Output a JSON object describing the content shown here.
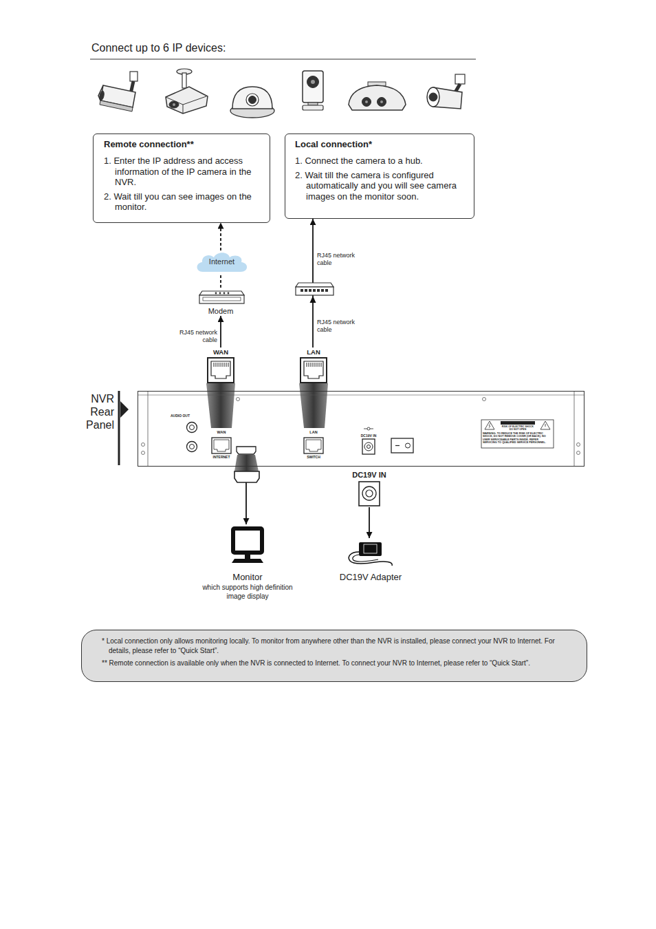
{
  "diagram": {
    "title": "Connect up to 6 IP devices:",
    "nodes": [
      {
        "text": [
          "Remote connection**",
          "1. Enter the IP address and access information of the IP camera in the NVR.",
          "2. Wait till you can see images on the monitor."
        ]
      },
      {
        "text": [
          "Local connection*",
          "1. Connect the camera to a hub.",
          "2. Wait till the camera is configured automatically and you will see camera images on the monitor soon."
        ]
      },
      {
        "text": [
          "Internet"
        ]
      },
      {
        "text": [
          "Modem"
        ]
      },
      {
        "text": [
          "WAN"
        ]
      },
      {
        "text": [
          "LAN"
        ]
      },
      {
        "text": [
          "NVR Rear Panel"
        ]
      },
      {
        "text": [
          "DC19V IN"
        ]
      },
      {
        "text": [
          "Monitor",
          "which supports high definition image display"
        ]
      },
      {
        "text": [
          "DC19V Adapter"
        ]
      },
      {
        "text": [
          "* Local connection only allows monitoring locally. To monitor from anywhere other than the NVR is installed, please connect your NVR to Internet. For details, please refer to “Quick Start”.",
          "** Remote connection is available only when the NVR is connected to Internet. To connect your NVR to Internet, please refer to “Quick Start”."
        ]
      }
    ],
    "edges": [
      {
        "from": 3,
        "to": 2,
        "arrow": "none"
      },
      {
        "from": 2,
        "to": 0,
        "arrow": "to"
      },
      {
        "from": 4,
        "to": 3,
        "label": "RJ45 network cable",
        "arrow": "to"
      },
      {
        "from": 5,
        "to": 1,
        "label": "RJ45 network cable",
        "arrow": "to"
      },
      {
        "from": 6,
        "to": 8,
        "arrow": "to"
      },
      {
        "from": 7,
        "to": 9,
        "arrow": "to"
      }
    ],
    "labels": [
      "RJ45 network cable",
      "AUDIO OUT",
      "WAN",
      "INTERNET",
      "LAN",
      "SWITCH",
      "DC19V IN",
      "RISK OF ELECTRIC SHOCK DO NOT OPEN",
      "WARNING: TO REDUCE THE RISK OF ELECTRIC SHOCK, DO NOT REMOVE COVER (OR BACK). NO USER SERVICEABLE PARTS INSIDE. REFER SERVICING TO QUALIFIED SERVICE PERSONNEL."
    ]
  }
}
